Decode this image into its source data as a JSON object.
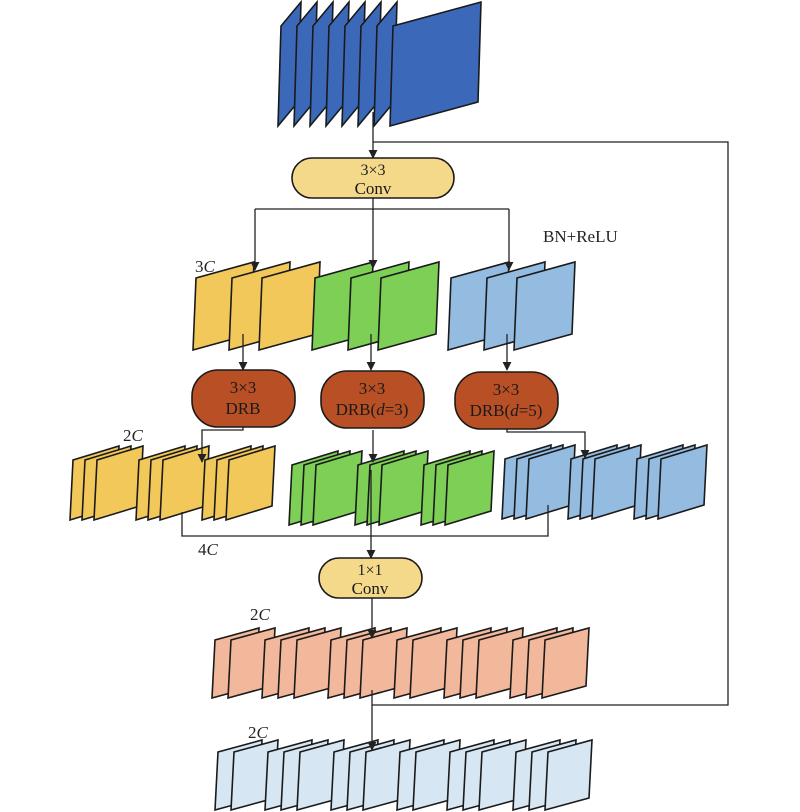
{
  "diagram": {
    "title": "",
    "colors": {
      "input": "#3b68b8",
      "conv": "#f5d98a",
      "drb": "#b94f24",
      "yellow": "#f2c85a",
      "green": "#7dcf55",
      "blue": "#94bbe0",
      "salmon": "#f2b89c",
      "light_blue": "#d6e6f2",
      "line": "#222222"
    },
    "nodes": {
      "conv3": {
        "line1": "3×3",
        "line2": "Conv"
      },
      "drb1": {
        "line1": "3×3",
        "line2": "DRB"
      },
      "drb2": {
        "line1": "3×3",
        "line2_pre": "DRB(",
        "line2_var": "d",
        "line2_post": "=3)"
      },
      "drb3": {
        "line1": "3×3",
        "line2_pre": "DRB(",
        "line2_var": "d",
        "line2_post": "=5)"
      },
      "conv1": {
        "line1": "1×1",
        "line2": "Conv"
      }
    },
    "labels": {
      "bn_relu": "BN+ReLU",
      "c3_num": "3",
      "c3_var": "C",
      "c2a_num": "2",
      "c2a_var": "C",
      "c4_num": "4",
      "c4_var": "C",
      "c2b_num": "2",
      "c2b_var": "C",
      "c2c_num": "2",
      "c2c_var": "C"
    },
    "feature_maps": {
      "input": {
        "count": 8,
        "color_key": "input"
      },
      "split_3c": [
        {
          "name": "yellow",
          "count": 3,
          "color_key": "yellow"
        },
        {
          "name": "green",
          "count": 3,
          "color_key": "green"
        },
        {
          "name": "blue",
          "count": 3,
          "color_key": "blue"
        }
      ],
      "drb_out_2c": [
        {
          "name": "yellow",
          "groups": [
            3,
            3,
            3
          ],
          "color_key": "yellow"
        },
        {
          "name": "green",
          "groups": [
            3,
            3,
            3
          ],
          "color_key": "green"
        },
        {
          "name": "blue",
          "groups": [
            3,
            3,
            3
          ],
          "color_key": "blue"
        }
      ],
      "fused_2c": {
        "groups": [
          2,
          3,
          3,
          2,
          3,
          3
        ],
        "color_key": "salmon"
      },
      "output_2c": {
        "groups": [
          2,
          3,
          3,
          2,
          3,
          3
        ],
        "color_key": "light_blue"
      }
    }
  }
}
